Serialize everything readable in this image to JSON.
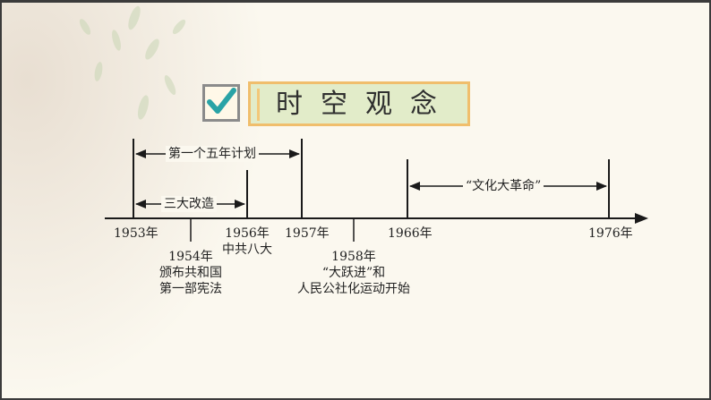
{
  "title": "时空观念",
  "icons": {
    "header_icon": "checkmark-icon"
  },
  "colors": {
    "title_bg": "#e2ecc9",
    "title_border": "#f0be6c",
    "check_color": "#2aa3a6",
    "line_color": "#1a1a1a"
  },
  "timeline": {
    "ticks": [
      {
        "year": "1953年"
      },
      {
        "year": "1954年",
        "events": [
          "颁布共和国",
          "第一部宪法"
        ]
      },
      {
        "year": "1956年",
        "events": [
          "中共八大"
        ]
      },
      {
        "year": "1957年"
      },
      {
        "year": "1958年",
        "events": [
          "“大跃进”和",
          "人民公社化运动开始"
        ]
      },
      {
        "year": "1966年"
      },
      {
        "year": "1976年"
      }
    ],
    "spans": [
      {
        "label": "第一个五年计划"
      },
      {
        "label": "三大改造"
      },
      {
        "label": "“文化大革命”"
      }
    ]
  }
}
